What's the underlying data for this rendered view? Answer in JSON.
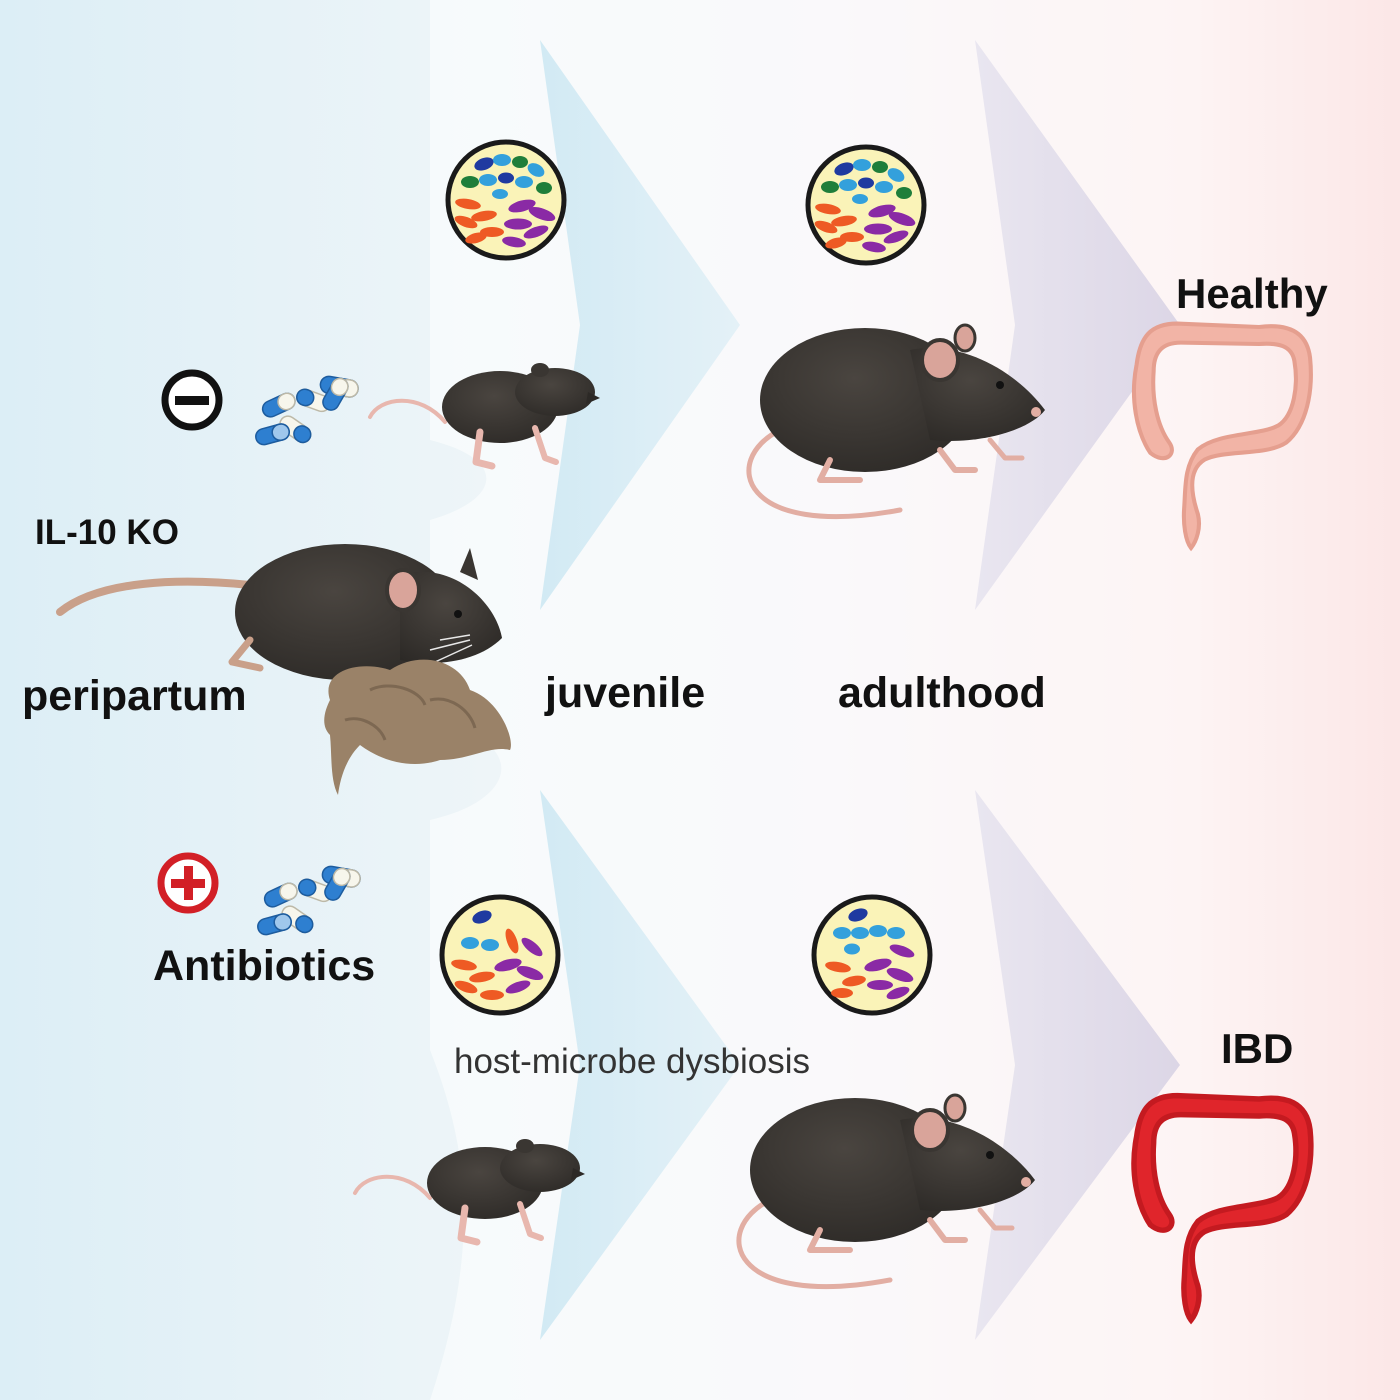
{
  "labels": {
    "il10_ko": "IL-10 KO",
    "peripartum": "peripartum",
    "juvenile": "juvenile",
    "adulthood": "adulthood",
    "healthy": "Healthy",
    "ibd": "IBD",
    "antibiotics": "Antibiotics",
    "dysbiosis": "host-microbe dysbiosis"
  },
  "icons": {
    "minus_symbol": "minus-circle-icon",
    "plus_symbol": "plus-circle-icon",
    "capsules": "antibiotic-capsules-icon",
    "microbiota": "microbiota-circle-icon",
    "mouse": "mouse-icon",
    "colon": "colon-icon"
  },
  "colors": {
    "background_left": "#dceef6",
    "background_right": "#f7c9c9",
    "mouse_body": "#3a3632",
    "pup_cluster": "#9a8268",
    "healthy_colon": "#f2b4a6",
    "ibd_colon": "#e0252b",
    "minus_symbol": "#111111",
    "plus_symbol": "#d21f26",
    "capsule_blue": "#2e7fd0",
    "capsule_light": "#f7f6ec",
    "microbiota_bg": "#faf3b8",
    "bacteria_orange": "#ee5a24",
    "bacteria_purple": "#8a2aa5",
    "bacteria_blue": "#33a0dc",
    "bacteria_navy": "#1f3aa0",
    "bacteria_green": "#1f7e3a"
  }
}
